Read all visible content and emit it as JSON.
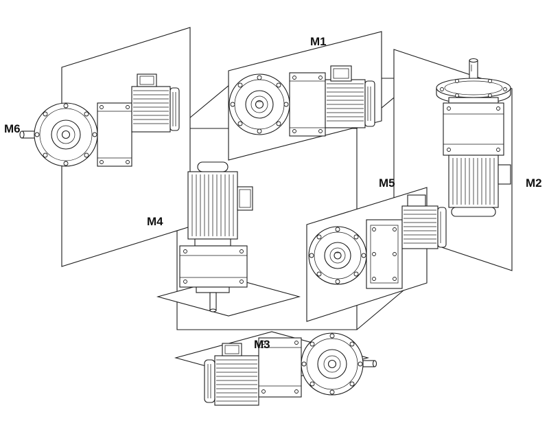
{
  "figure": {
    "positions": [
      {
        "id": "M1",
        "label": "M1"
      },
      {
        "id": "M2",
        "label": "M2"
      },
      {
        "id": "M3",
        "label": "M3"
      },
      {
        "id": "M4",
        "label": "M4"
      },
      {
        "id": "M5",
        "label": "M5"
      },
      {
        "id": "M6",
        "label": "M6"
      }
    ],
    "colors": {
      "line": "#1a1a1a",
      "background": "#ffffff"
    }
  }
}
